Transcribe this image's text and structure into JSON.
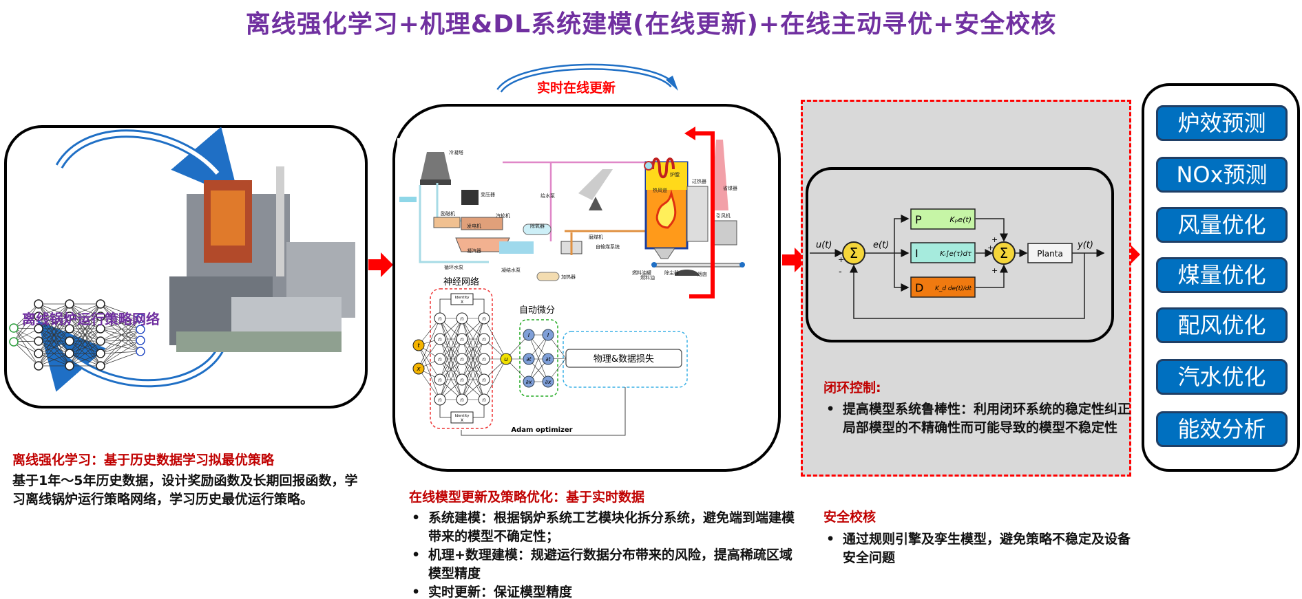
{
  "title": "离线强化学习+机理&DL系统建模(在线更新)+在线主动寻优+安全校核",
  "left_panel": {
    "network_label": "离线锅炉运行策略网络",
    "heading": "离线强化学习：基于历史数据学习拟最优策略",
    "body": "基于1年～5年历史数据，设计奖励函数及长期回报函数，学习离线锅炉运行策略网络，学习历史最优运行策略。"
  },
  "middle_panel": {
    "update_label": "实时在线更新",
    "schematic_labels": [
      "冷凝塔",
      "变压器",
      "汽轮机",
      "发电机",
      "励磁机",
      "凝汽器",
      "循环水泵",
      "凝结水泵",
      "加热器",
      "除氧器",
      "给水泵",
      "自输煤系统",
      "磨煤机",
      "热风道",
      "炉膛",
      "过热器",
      "省煤器",
      "引风机",
      "烟囱",
      "除尘器",
      "燃料油罐",
      "燃料油",
      "加热器"
    ],
    "nn_label": "神经网络",
    "autodiff_label": "自动微分",
    "identity_label": "Identity",
    "identity_sub": "X",
    "node_n": "n",
    "input_t": "t",
    "input_x": "x",
    "output_u": "u",
    "diff_nodes": [
      "I",
      "∂t",
      "∂x"
    ],
    "loss_label": "物理&数据损失",
    "optimizer_label": "Adam optimizer",
    "heading": "在线模型更新及策略优化：基于实时数据",
    "bullets": [
      "系统建模：根据锅炉系统工艺模块化拆分系统，避免端到端建模带来的模型不确定性；",
      "机理+数理建模：规避运行数据分布带来的风险，提高稀疏区域模型精度",
      "实时更新：保证模型精度"
    ]
  },
  "control_panel": {
    "pid": {
      "input": "u(t)",
      "error": "e(t)",
      "output": "y(t)",
      "sum_symbol": "Σ",
      "plus": "+",
      "minus": "-",
      "p_label": "P",
      "p_formula": "Kₚe(t)",
      "p_color": "#C6F5A6",
      "i_label": "I",
      "i_formula": "Kᵢ∫e(τ)dτ",
      "i_color": "#A6EBDD",
      "d_label": "D",
      "d_formula": "K_d de(t)/dt",
      "d_color": "#F07A10",
      "plant": "Planta"
    },
    "heading": "闭环控制:",
    "bullets": [
      "提高模型系统鲁棒性：利用闭环系统的稳定性纠正局部模型的不精确性而可能导致的模型不稳定性"
    ],
    "safety_heading": "安全校核",
    "safety_bullets": [
      "通过规则引擎及孪生模型，避免策略不稳定及设备安全问题"
    ]
  },
  "right_panel": {
    "buttons": [
      "炉效预测",
      "NOx预测",
      "风量优化",
      "煤量优化",
      "配风优化",
      "汽水优化",
      "能效分析"
    ],
    "button_color": "#0070C0"
  },
  "colors": {
    "title": "#7030A0",
    "heading": "#C00000",
    "arrow": "#FF0000",
    "cycle_arrow": "#1F6FC5"
  }
}
